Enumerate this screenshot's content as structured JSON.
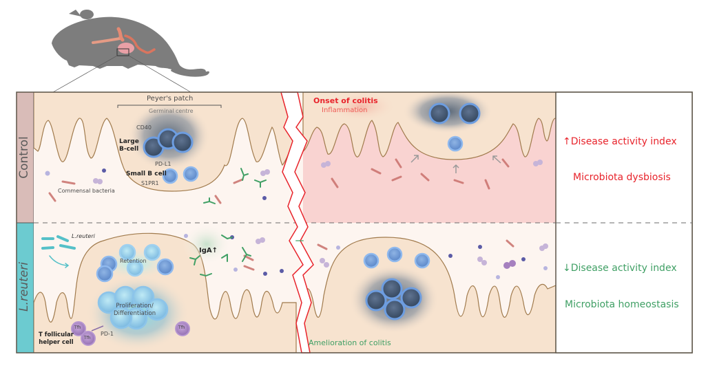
{
  "figure": {
    "panels": {
      "control": {
        "side_label": "Control",
        "peyers_patch": "Peyer's patch",
        "germinal_centre": "Germinal centre",
        "cd40": "CD40",
        "large_b_cell": [
          "Large",
          "B-cell"
        ],
        "pd_l1": "PD-L1",
        "small_b_cell": "Small B cell",
        "s1pr1": "S1PR1",
        "commensal_bacteria": "Commensal bacteria",
        "onset_title": "Onset of colitis",
        "onset_subtitle": "Inflammation"
      },
      "reuteri": {
        "side_label": "L.reuteri",
        "bacteria_label": "L.reuteri",
        "retention": "Retention",
        "iga": "IgA↑",
        "proliferation": [
          "Proliferation/",
          "Differentiation"
        ],
        "tfh": "Tfh",
        "pd_1": "PD-1",
        "t_follicular": [
          "T follicular",
          "helper cell"
        ],
        "amelioration": "Amelioration of colitis"
      }
    },
    "outcomes": {
      "control": {
        "dai": "↑Disease activity index",
        "microbiota": "Microbiota dysbiosis",
        "color": "#e8232b"
      },
      "reuteri": {
        "dai": "↓Disease activity index",
        "microbiota": "Microbiota homeostasis",
        "color": "#3f9f64"
      }
    },
    "colors": {
      "control_bar": "#d9bcb8",
      "reuteri_bar": "#6ccbd0",
      "tissue": "#f7e3cf",
      "lumen": "#fdf5f0",
      "inflamed": "#f9d3d1",
      "crack": "#e8232b",
      "b_cell": "#5a86c8",
      "tfh_cell": "#a684be",
      "antibody": "#3f9f64",
      "bacteria": "#c9706b"
    }
  }
}
